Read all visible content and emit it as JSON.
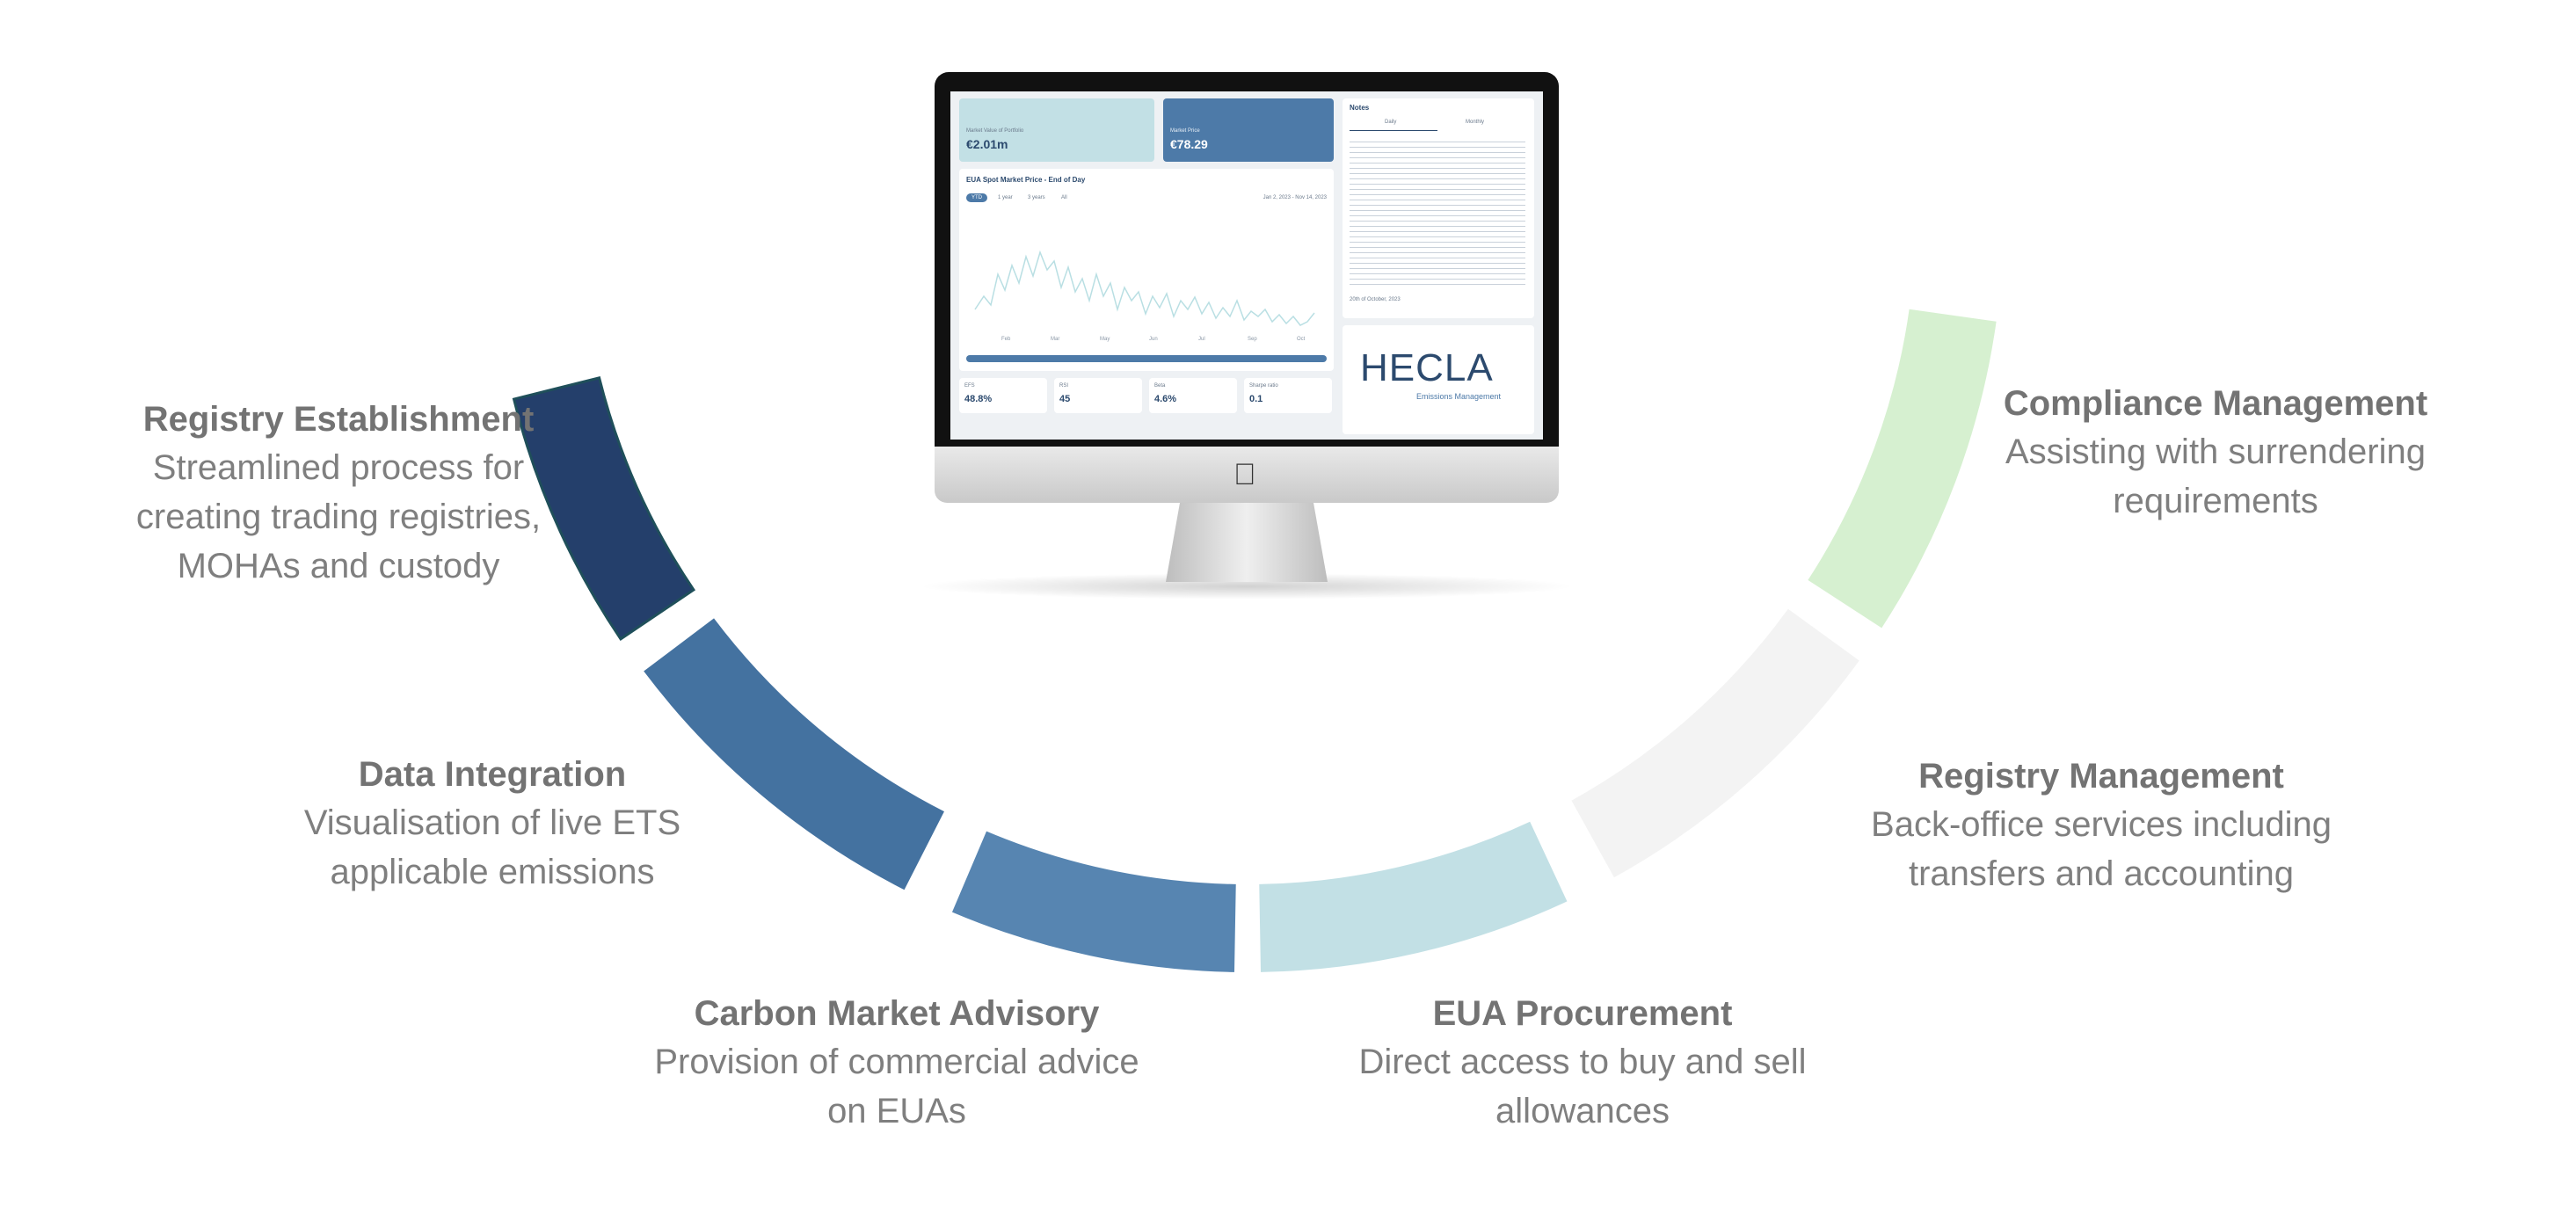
{
  "segments": [
    {
      "name": "Registry Establishment",
      "color": "#243f6b"
    },
    {
      "name": "Data Integration",
      "color": "#4472a0"
    },
    {
      "name": "Carbon Market Advisory",
      "color": "#5785b1"
    },
    {
      "name": "EUA Procurement",
      "color": "#c2e0e5"
    },
    {
      "name": "Registry Management",
      "color": "#f3f3f3"
    },
    {
      "name": "Compliance Management",
      "color": "#d6f0d0"
    }
  ],
  "labels": {
    "registry_establishment": {
      "title": "Registry Establishment",
      "line1": "Streamlined process for",
      "line2": "creating trading registries,",
      "line3": "MOHAs and custody"
    },
    "data_integration": {
      "title": "Data Integration",
      "line1": "Visualisation of live ETS",
      "line2": "applicable emissions"
    },
    "carbon_market_advisory": {
      "title": "Carbon Market Advisory",
      "line1": "Provision of commercial advice",
      "line2": "on EUAs"
    },
    "eua_procurement": {
      "title": "EUA Procurement",
      "line1": "Direct access to buy and sell",
      "line2": "allowances"
    },
    "registry_management": {
      "title": "Registry Management",
      "line1": "Back-office services including",
      "line2": "transfers and accounting"
    },
    "compliance_management": {
      "title": "Compliance Management",
      "line1": "Assisting with surrendering",
      "line2": "requirements"
    }
  },
  "dashboard": {
    "kpi1_label": "Market Value of Portfolio",
    "kpi1_value": "€2.01m",
    "kpi2_label": "Market Price",
    "kpi2_value": "€78.29",
    "chart_title": "EUA Spot Market Price - End of Day",
    "date_range": "Jan 2, 2023 - Nov 14, 2023",
    "range_tabs": [
      "YTD",
      "1 year",
      "3 years",
      "All"
    ],
    "x_ticks": [
      "Feb",
      "Mar",
      "May",
      "Jun",
      "Jul",
      "Sep",
      "Oct"
    ],
    "notes_title": "Notes",
    "notes_tabs": [
      "Daily",
      "Monthly"
    ],
    "notes_date": "20th of October, 2023",
    "stats": [
      {
        "label": "EFS",
        "value": "48.8%"
      },
      {
        "label": "RSI",
        "value": "45"
      },
      {
        "label": "Beta",
        "value": "4.6%"
      },
      {
        "label": "Sharpe ratio",
        "value": "0.1"
      }
    ],
    "brand": "HECLA",
    "brand_sub": "Emissions Management"
  }
}
